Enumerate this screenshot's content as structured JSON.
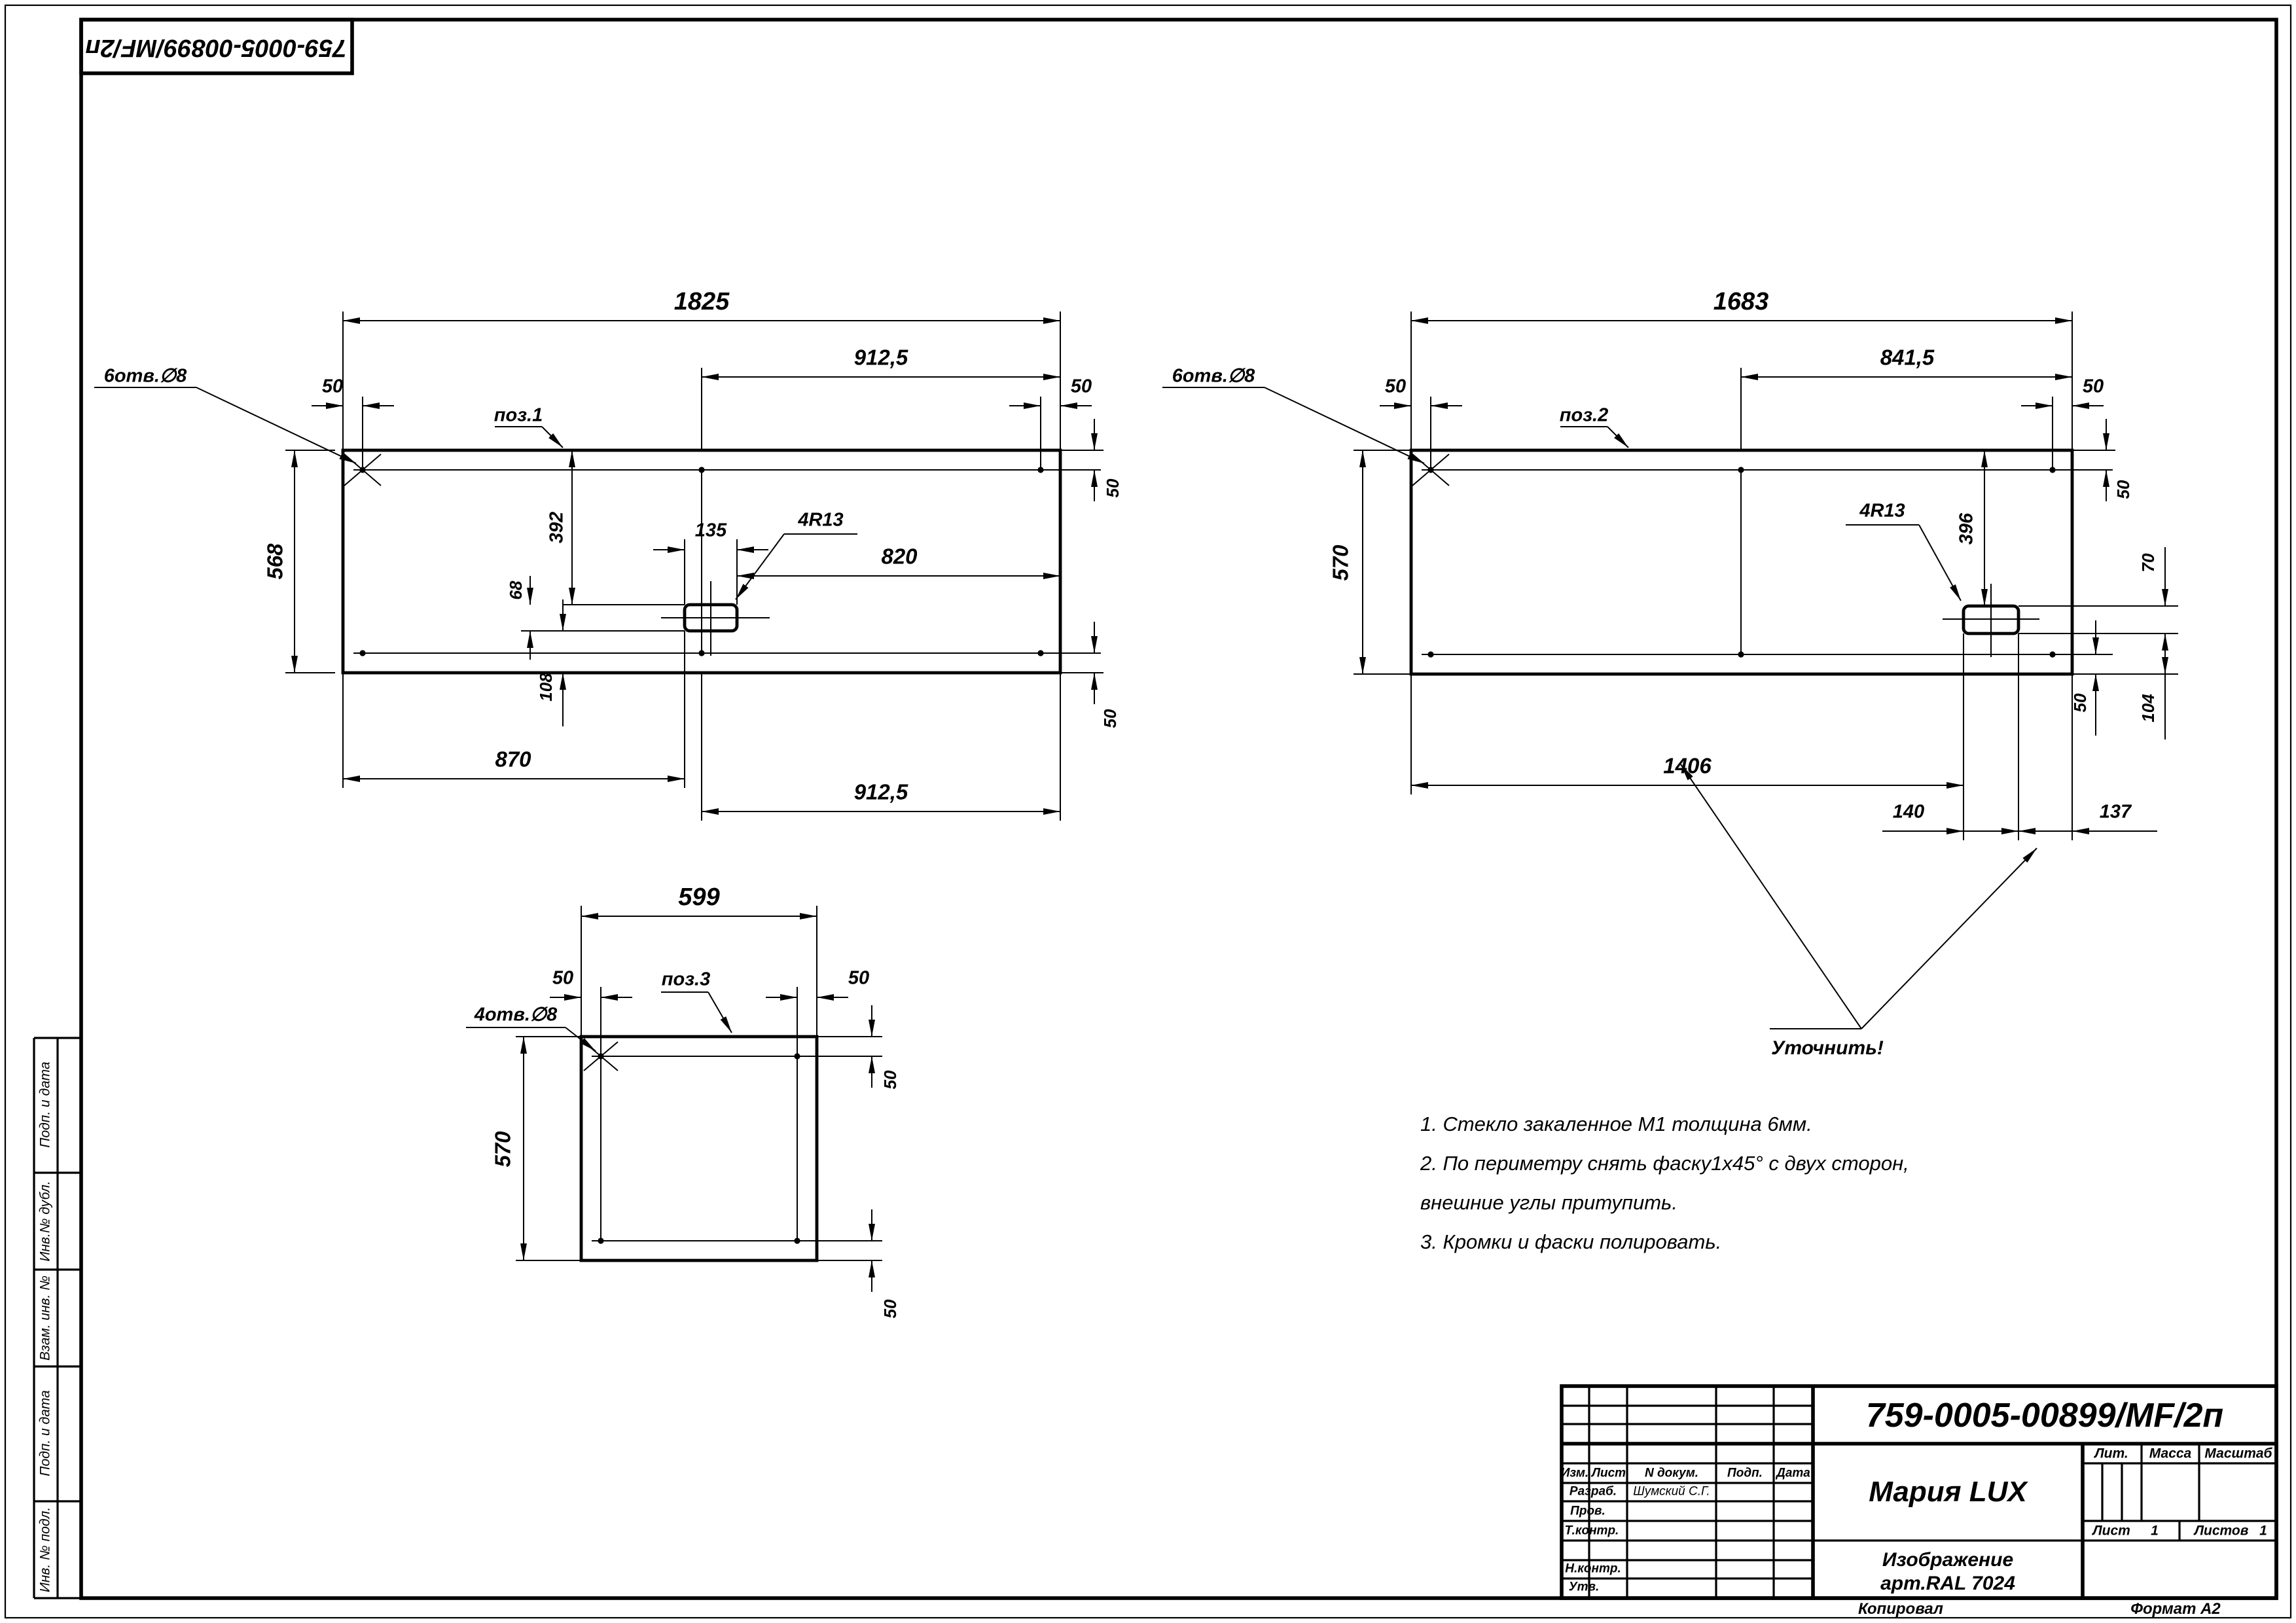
{
  "sheet": {
    "stamp_code": "759-0005-00899/MF/2п",
    "copied_label": "Копировал",
    "format_label": "Формат А2"
  },
  "side_strip": {
    "labels": [
      "Подп. и дата",
      "Инв.№ дубл.",
      "Взам. инв. №",
      "Подп. и дата",
      "Инв. № подл."
    ]
  },
  "title_block": {
    "designation": "759-0005-00899/MF/2п",
    "product_name": "Мария LUX",
    "type_line1": "Изображение",
    "type_line2": "арт.RAL 7024",
    "col_izm": "Изм.",
    "col_list": "Лист",
    "col_ndoc": "N докум.",
    "col_podp": "Подп.",
    "col_data": "Дата",
    "row_razrab": "Разраб.",
    "razrab_name": "Шумский С.Г.",
    "row_prov": "Пров.",
    "row_tkontr": "Т.контр.",
    "row_nkontr": "Н.контр.",
    "row_utv": "Утв.",
    "lit_label": "Лит.",
    "mass_label": "Масса",
    "scale_label": "Масштаб",
    "sheet_label": "Лист",
    "sheet_value": "1",
    "sheets_label": "Листов",
    "sheets_value": "1"
  },
  "notes": {
    "line1": "1. Стекло закаленное М1 толщина 6мм.",
    "line2": "2. По периметру снять фаску1х45°  с двух сторон,",
    "line3": "внешние углы притупить.",
    "line4": "3. Кромки и фаски полировать."
  },
  "d1": {
    "pos": "поз.1",
    "holes": "6отв.∅8",
    "len": "1825",
    "half_top": "912,5",
    "off_tl": "50",
    "off_tr": "50",
    "height": "568",
    "v392": "392",
    "cut_w": "135",
    "right820": "820",
    "cut_h": "68",
    "corner": "4R13",
    "bot108": "108",
    "left870": "870",
    "half_bot": "912,5",
    "off_rt": "50",
    "off_rb": "50"
  },
  "d2": {
    "pos": "поз.2",
    "holes": "6отв.∅8",
    "len": "1683",
    "half_top": "841,5",
    "off_tl": "50",
    "off_tr": "50",
    "height": "570",
    "v396": "396",
    "corner": "4R13",
    "cut_h": "70",
    "off_rt": "50",
    "off_rb": "50",
    "bot104": "104",
    "left1406": "1406",
    "cut_w": "140",
    "right137": "137",
    "clarify": "Уточнить!"
  },
  "d3": {
    "pos": "поз.3",
    "holes": "4отв.∅8",
    "len": "599",
    "off_tl": "50",
    "off_tr": "50",
    "height": "570",
    "off_rt": "50",
    "off_rb": "50"
  }
}
